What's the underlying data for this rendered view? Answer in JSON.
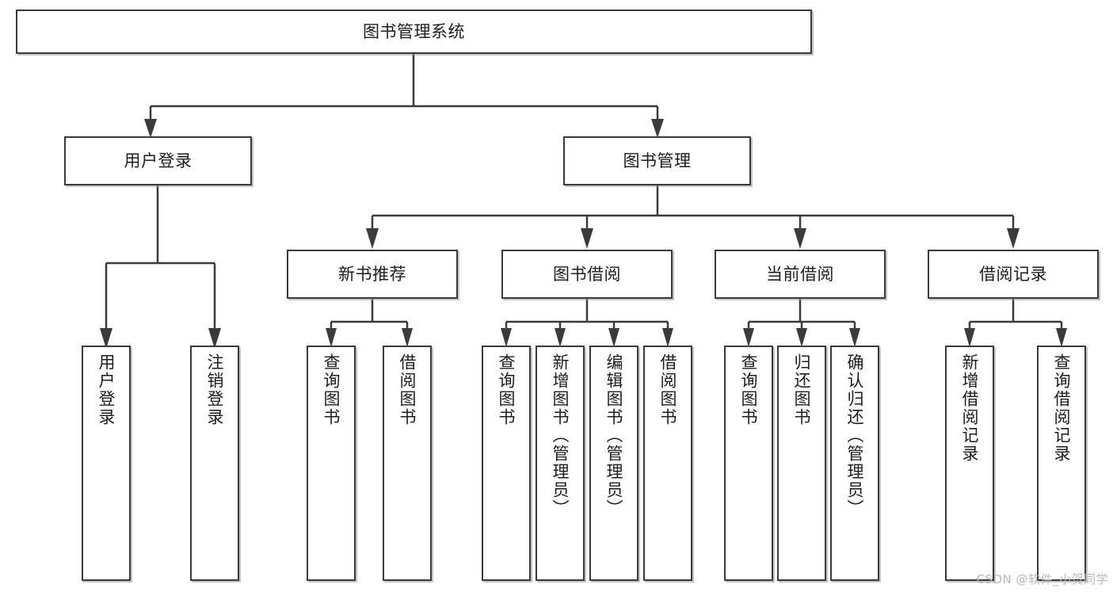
{
  "diagram": {
    "type": "tree-hierarchy-chart",
    "title": "图书管理系统",
    "stroke_color": "#3b3b3b",
    "fill_color": "#ffffff",
    "text_color": "#1d1d1d"
  },
  "root": {
    "label": "图书管理系统"
  },
  "level2": [
    {
      "label": "用户登录"
    },
    {
      "label": "图书管理"
    }
  ],
  "level3": [
    {
      "label": "新书推荐"
    },
    {
      "label": "图书借阅"
    },
    {
      "label": "当前借阅"
    },
    {
      "label": "借阅记录"
    }
  ],
  "leaves": {
    "user_login": [
      {
        "label": "用户登录"
      },
      {
        "label": "注销登录"
      }
    ],
    "new_book_recommend": [
      {
        "label": "查询图书"
      },
      {
        "label": "借阅图书"
      }
    ],
    "book_borrow": [
      {
        "label": "查询图书"
      },
      {
        "label": "新增图书（管理员）"
      },
      {
        "label": "编辑图书（管理员）"
      },
      {
        "label": "借阅图书"
      }
    ],
    "current_borrow": [
      {
        "label": "查询图书"
      },
      {
        "label": "归还图书"
      },
      {
        "label": "确认归还（管理员）"
      }
    ],
    "borrow_record": [
      {
        "label": "新增借阅记录"
      },
      {
        "label": "查询借阅记录"
      }
    ]
  },
  "watermark": {
    "text": "CSDN @软件_小贺同学"
  }
}
